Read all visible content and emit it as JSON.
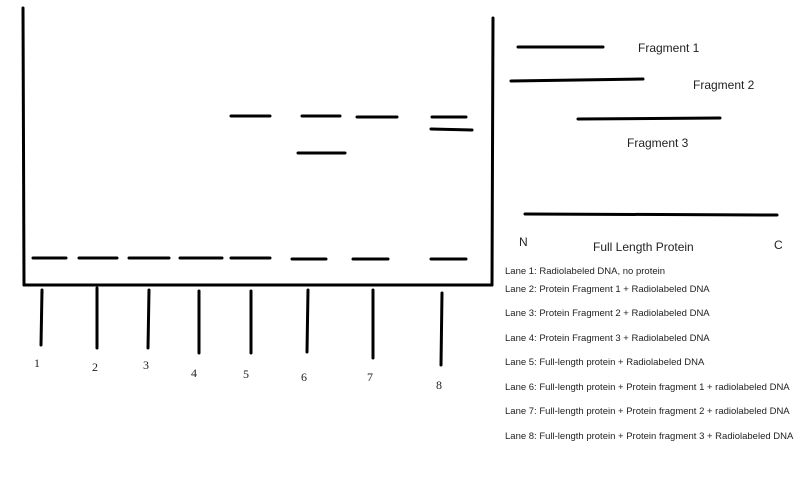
{
  "lanes": [
    {
      "number": "1"
    },
    {
      "number": "2"
    },
    {
      "number": "3"
    },
    {
      "number": "4"
    },
    {
      "number": "5"
    },
    {
      "number": "6"
    },
    {
      "number": "7"
    },
    {
      "number": "8"
    }
  ],
  "fragments": {
    "fragment1": "Fragment 1",
    "fragment2": "Fragment 2",
    "fragment3": "Fragment 3",
    "full_length": "Full Length Protein",
    "n_terminus": "N",
    "c_terminus": "C"
  },
  "legend": [
    "Lane 1: Radiolabeled DNA, no protein",
    "Lane 2: Protein Fragment 1 + Radiolabeled DNA",
    "Lane 3: Protein Fragment 2 + Radiolabeled DNA",
    "Lane 4: Protein Fragment 3 + Radiolabeled DNA",
    "Lane 5: Full-length protein + Radiolabeled DNA",
    "Lane 6: Full-length protein + Protein fragment 1 + radiolabeled DNA",
    "Lane 7: Full-length protein + Protein fragment 2 + radiolabeled DNA",
    "Lane 8: Full-length protein + Protein fragment 3 + Radiolabeled DNA"
  ]
}
